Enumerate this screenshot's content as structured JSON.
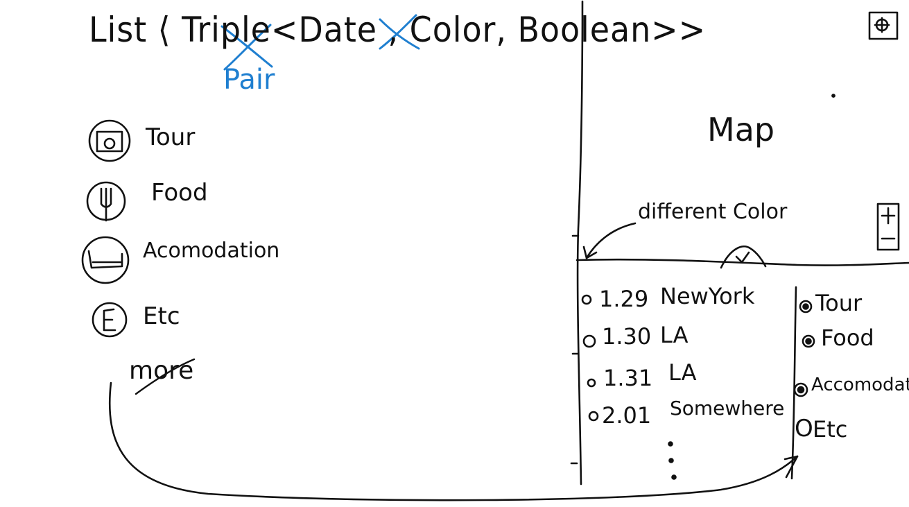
{
  "header": {
    "prefix": "List",
    "struck_word": "Triple",
    "params_start": "<Date ,",
    "struck_param": "Color",
    "params_end": ", Boolean>>",
    "correction": "Pair"
  },
  "categories": [
    {
      "label": "Tour",
      "icon": "camera-icon"
    },
    {
      "label": "Food",
      "icon": "fork-knife-icon"
    },
    {
      "label": "Acomodation",
      "icon": "bed-icon"
    },
    {
      "label": "Etc",
      "icon": "letter-e-icon"
    }
  ],
  "more_label": "more",
  "map": {
    "label": "Map",
    "annotation": "different Color"
  },
  "timeline": [
    {
      "date": "1.29",
      "place": "NewYork"
    },
    {
      "date": "1.30",
      "place": "LA"
    },
    {
      "date": "1.31",
      "place": "LA"
    },
    {
      "date": "2.01",
      "place": "Somewhere"
    }
  ],
  "legend": [
    {
      "label": "Tour"
    },
    {
      "label": "Food"
    },
    {
      "label": "Accomodation"
    },
    {
      "label": "Etc"
    }
  ],
  "zoom": {
    "plus": "+",
    "minus": "−"
  },
  "colors": {
    "ink": "#111111",
    "correction": "#1f7fd0"
  }
}
